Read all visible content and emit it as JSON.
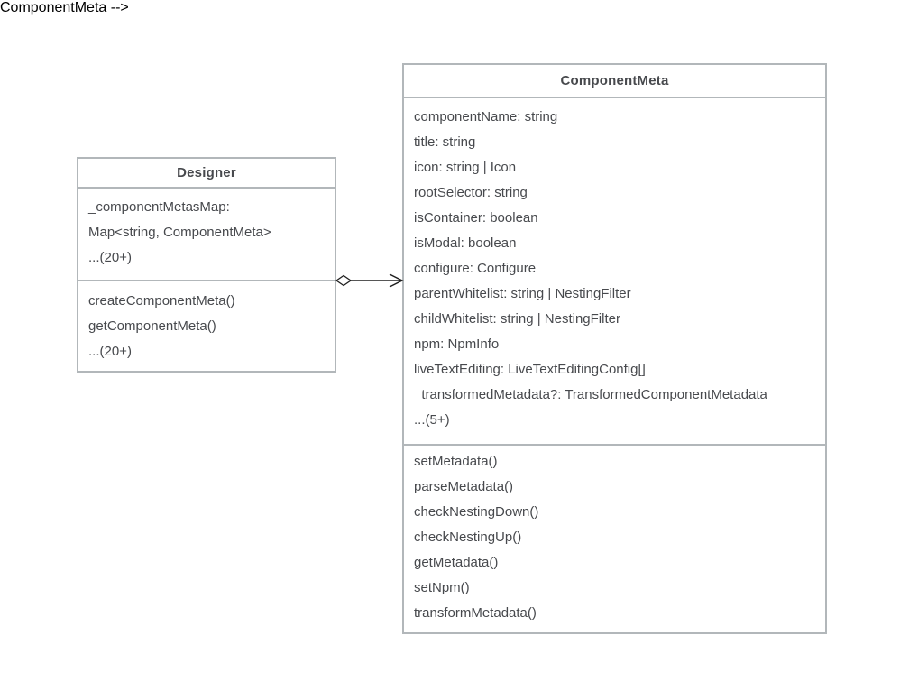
{
  "canvas": {
    "background": "#ffffff"
  },
  "colors": {
    "box_border": "#b2b7ba",
    "text": "#47494d",
    "connector": "#1f1f1f",
    "box_fill": "#ffffff"
  },
  "classes": [
    {
      "id": "designer",
      "title": "Designer",
      "attributes": [
        "_componentMetasMap:",
        "Map<string, ComponentMeta>",
        "...(20+)"
      ],
      "methods": [
        "createComponentMeta()",
        "getComponentMeta()",
        "...(20+)"
      ]
    },
    {
      "id": "component-meta",
      "title": "ComponentMeta",
      "attributes": [
        "componentName: string",
        "title: string",
        "icon: string | Icon",
        "rootSelector: string",
        "isContainer: boolean",
        "isModal: boolean",
        "configure: Configure",
        "parentWhitelist: string | NestingFilter",
        "childWhitelist: string | NestingFilter",
        "npm: NpmInfo",
        "liveTextEditing: LiveTextEditingConfig[]",
        "_transformedMetadata?: TransformedComponentMetadata",
        "...(5+)"
      ],
      "methods": [
        "setMetadata()",
        "parseMetadata()",
        "checkNestingDown()",
        "checkNestingUp()",
        "getMetadata()",
        "setNpm()",
        "transformMetadata()"
      ]
    }
  ],
  "relationship": {
    "kind": "aggregation",
    "from": "Designer",
    "to": "ComponentMeta",
    "source_marker": "hollow-diamond",
    "target_marker": "open-arrow"
  }
}
